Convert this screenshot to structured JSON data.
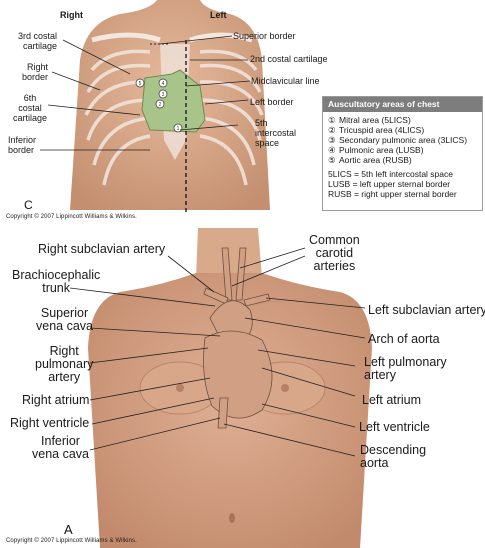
{
  "panel_c": {
    "side_right": "Right",
    "side_left": "Left",
    "letter": "C",
    "copyright": "Copyright © 2007 Lippincott Williams & Wilkins.",
    "labels": {
      "third_costal": "3rd costal\ncartilage",
      "right_border": "Right\nborder",
      "sixth_costal": "6th\ncostal\ncartilage",
      "inferior_border": "Inferior\nborder",
      "superior_border": "Superior border",
      "second_costal": "2nd costal cartilage",
      "midclavicular": "Midclavicular line",
      "left_border": "Left border",
      "fifth_ics": "5th\nintercostal\nspace"
    },
    "area_markers": [
      "1",
      "2",
      "3",
      "4",
      "5"
    ],
    "legend": {
      "title": "Auscultatory areas of chest",
      "items": [
        {
          "num": "①",
          "text": "Mitral area (5LICS)"
        },
        {
          "num": "②",
          "text": "Tricuspid area (4LICS)"
        },
        {
          "num": "③",
          "text": "Secondary pulmonic area (3LICS)"
        },
        {
          "num": "④",
          "text": "Pulmonic area (LUSB)"
        },
        {
          "num": "⑤",
          "text": "Aortic area (RUSB)"
        }
      ],
      "notes": [
        "5LICS = 5th left intercostal space",
        "LUSB = left upper sternal border",
        "RUSB = right upper sternal border"
      ]
    }
  },
  "panel_a": {
    "letter": "A",
    "copyright": "Copyright © 2007 Lippincott Williams & Wilkins.",
    "labels": {
      "right_subclavian": "Right subclavian artery",
      "common_carotid": "Common\ncarotid\narteries",
      "brachiocephalic": "Brachiocephalic\ntrunk",
      "left_subclavian": "Left subclavian artery",
      "superior_vena_cava": "Superior\nvena cava",
      "arch_of_aorta": "Arch of aorta",
      "right_pulmonary": "Right\npulmonary\nartery",
      "left_pulmonary": "Left pulmonary\nartery",
      "right_atrium": "Right atrium",
      "left_atrium": "Left atrium",
      "right_ventricle": "Right ventricle",
      "left_ventricle": "Left ventricle",
      "inferior_vena_cava": "Inferior\nvena cava",
      "descending_aorta": "Descending\naorta"
    }
  },
  "colors": {
    "skin": "#d9a98c",
    "skin_shadow": "#b98568",
    "heart_area": "#a9c48b",
    "legend_header": "#7d7d7d"
  }
}
